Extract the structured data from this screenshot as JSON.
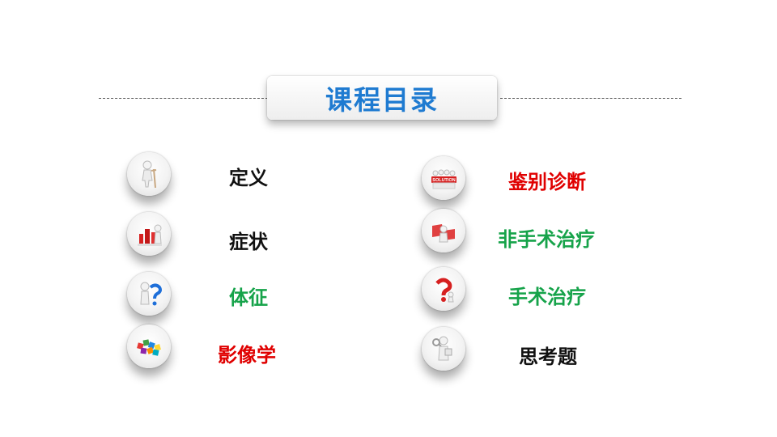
{
  "title": {
    "text": "课程目录",
    "color": "#1f7bd1"
  },
  "left_items": [
    {
      "label": "定义",
      "color": "#111111",
      "icon": "crutch-figure-icon"
    },
    {
      "label": "症状",
      "color": "#111111",
      "icon": "red-blocks-figure-icon"
    },
    {
      "label": "体征",
      "color": "#16a34a",
      "icon": "question-mark-figure-icon"
    },
    {
      "label": "影像学",
      "color": "#e00000",
      "icon": "puzzle-pieces-icon"
    }
  ],
  "right_items": [
    {
      "label": "鉴别诊断",
      "color": "#e00000",
      "icon": "solution-team-icon"
    },
    {
      "label": "非手术治疗",
      "color": "#16a34a",
      "icon": "red-puzzle-figure-icon"
    },
    {
      "label": "手术治疗",
      "color": "#16a34a",
      "icon": "red-question-mark-icon"
    },
    {
      "label": "思考题",
      "color": "#111111",
      "icon": "magnifier-figure-icon"
    }
  ],
  "icons": {
    "solution_text": "SOLUTION"
  }
}
